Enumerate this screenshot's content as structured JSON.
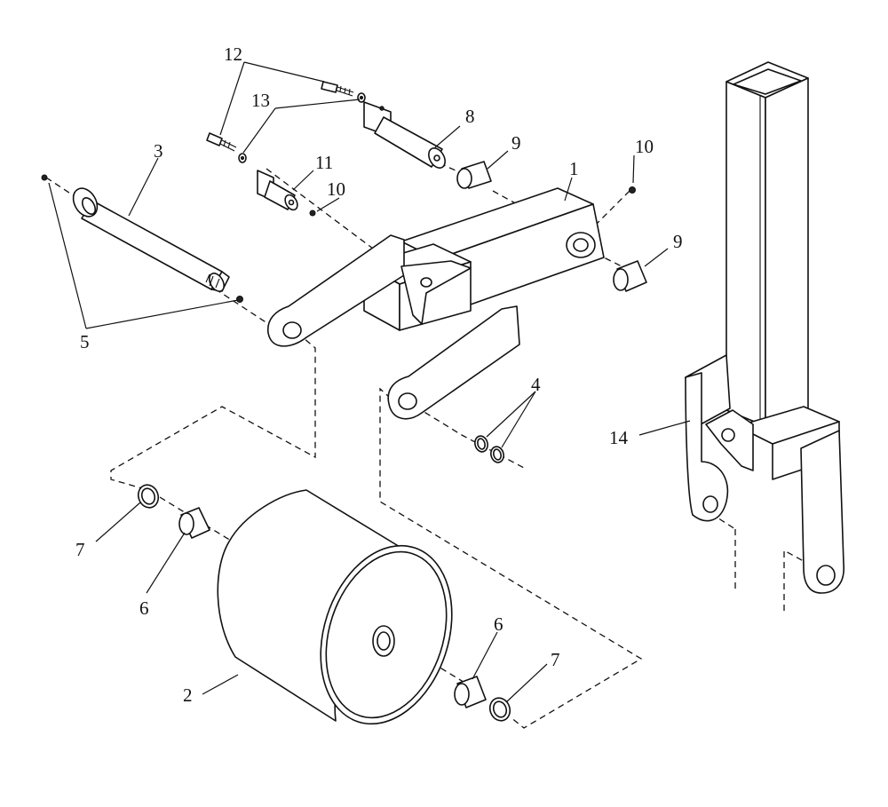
{
  "callouts": [
    {
      "id": "c1",
      "text": "1"
    },
    {
      "id": "c2",
      "text": "2"
    },
    {
      "id": "c3",
      "text": "3"
    },
    {
      "id": "c4",
      "text": "4"
    },
    {
      "id": "c5",
      "text": "5"
    },
    {
      "id": "c6a",
      "text": "6"
    },
    {
      "id": "c6b",
      "text": "6"
    },
    {
      "id": "c7a",
      "text": "7"
    },
    {
      "id": "c7b",
      "text": "7"
    },
    {
      "id": "c8",
      "text": "8"
    },
    {
      "id": "c9a",
      "text": "9"
    },
    {
      "id": "c9b",
      "text": "9"
    },
    {
      "id": "c10a",
      "text": "10"
    },
    {
      "id": "c10b",
      "text": "10"
    },
    {
      "id": "c11",
      "text": "11"
    },
    {
      "id": "c12",
      "text": "12"
    },
    {
      "id": "c13",
      "text": "13"
    },
    {
      "id": "c14",
      "text": "14"
    }
  ]
}
